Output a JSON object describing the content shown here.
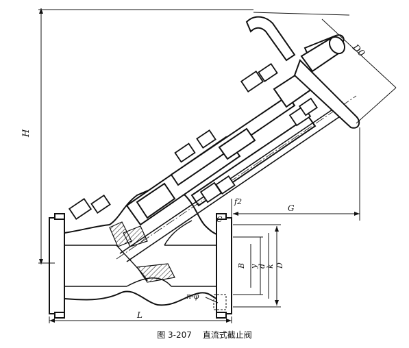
{
  "figure": {
    "caption_number": "图 3-207",
    "caption_title": "直流式截止阀"
  },
  "dimension_labels": {
    "height": "H",
    "handwheel_diameter": "D0",
    "stem_offset": "f2",
    "clearance": "C",
    "projection": "G",
    "length": "L",
    "bolt_holes": "n-φ",
    "flange_b": "B",
    "flange_y": "y",
    "bore": "d",
    "bolt_circle": "k",
    "flange_outer": "D"
  },
  "colors": {
    "ink": "#111111",
    "paper": "#ffffff",
    "hatch": "#222222"
  }
}
